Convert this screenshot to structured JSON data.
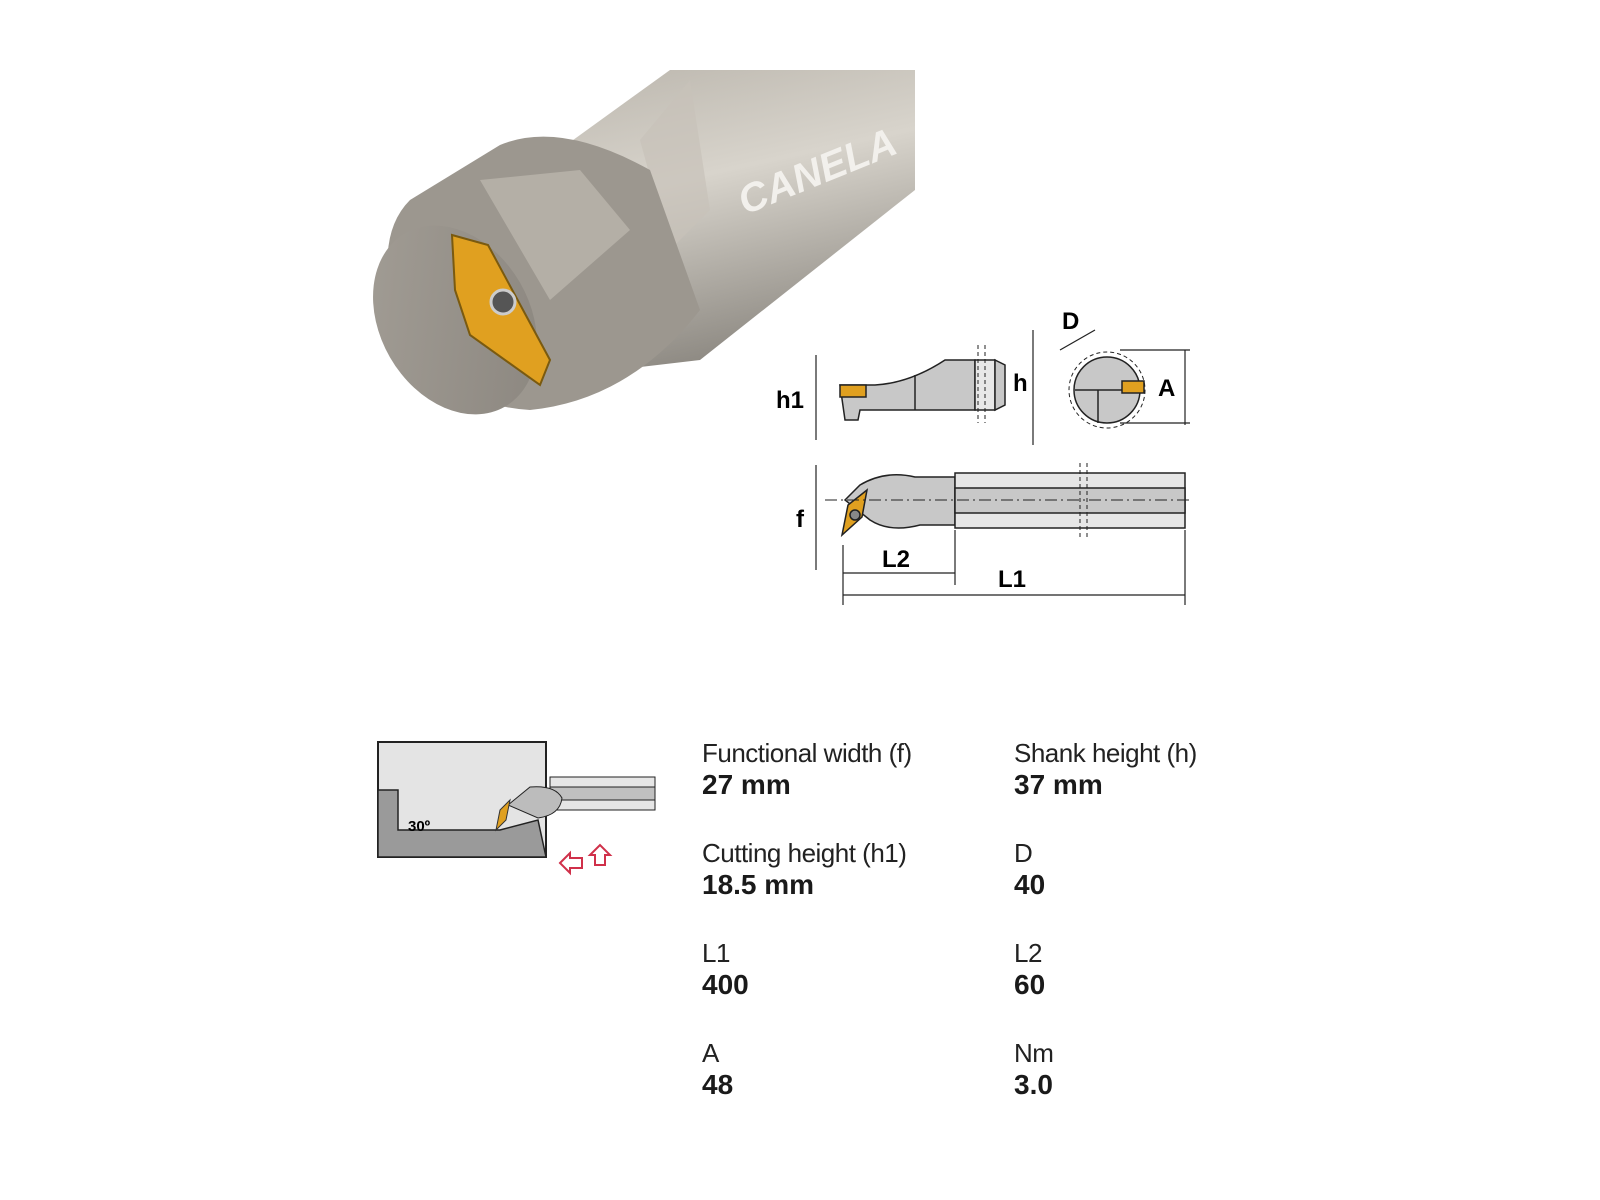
{
  "product_photo": {
    "brand": "CANELA"
  },
  "drawing": {
    "dimension_labels": {
      "h1": "h1",
      "h": "h",
      "D": "D",
      "A": "A",
      "f": "f",
      "L2": "L2",
      "L1": "L1"
    }
  },
  "application_diagram": {
    "angle_label": "30º"
  },
  "specs": [
    {
      "label": "Functional width (f)",
      "value": "27 mm"
    },
    {
      "label": "Shank height (h)",
      "value": "37 mm"
    },
    {
      "label": "Cutting height (h1)",
      "value": "18.5 mm"
    },
    {
      "label": "D",
      "value": "40"
    },
    {
      "label": "L1",
      "value": "400"
    },
    {
      "label": "L2",
      "value": "60"
    },
    {
      "label": "A",
      "value": "48"
    },
    {
      "label": "Nm",
      "value": "3.0"
    }
  ],
  "colors": {
    "insert": "#e0a020",
    "body": "#a9a59e",
    "drawing_fill": "#c8c8c8",
    "arrow": "#d0304a"
  }
}
